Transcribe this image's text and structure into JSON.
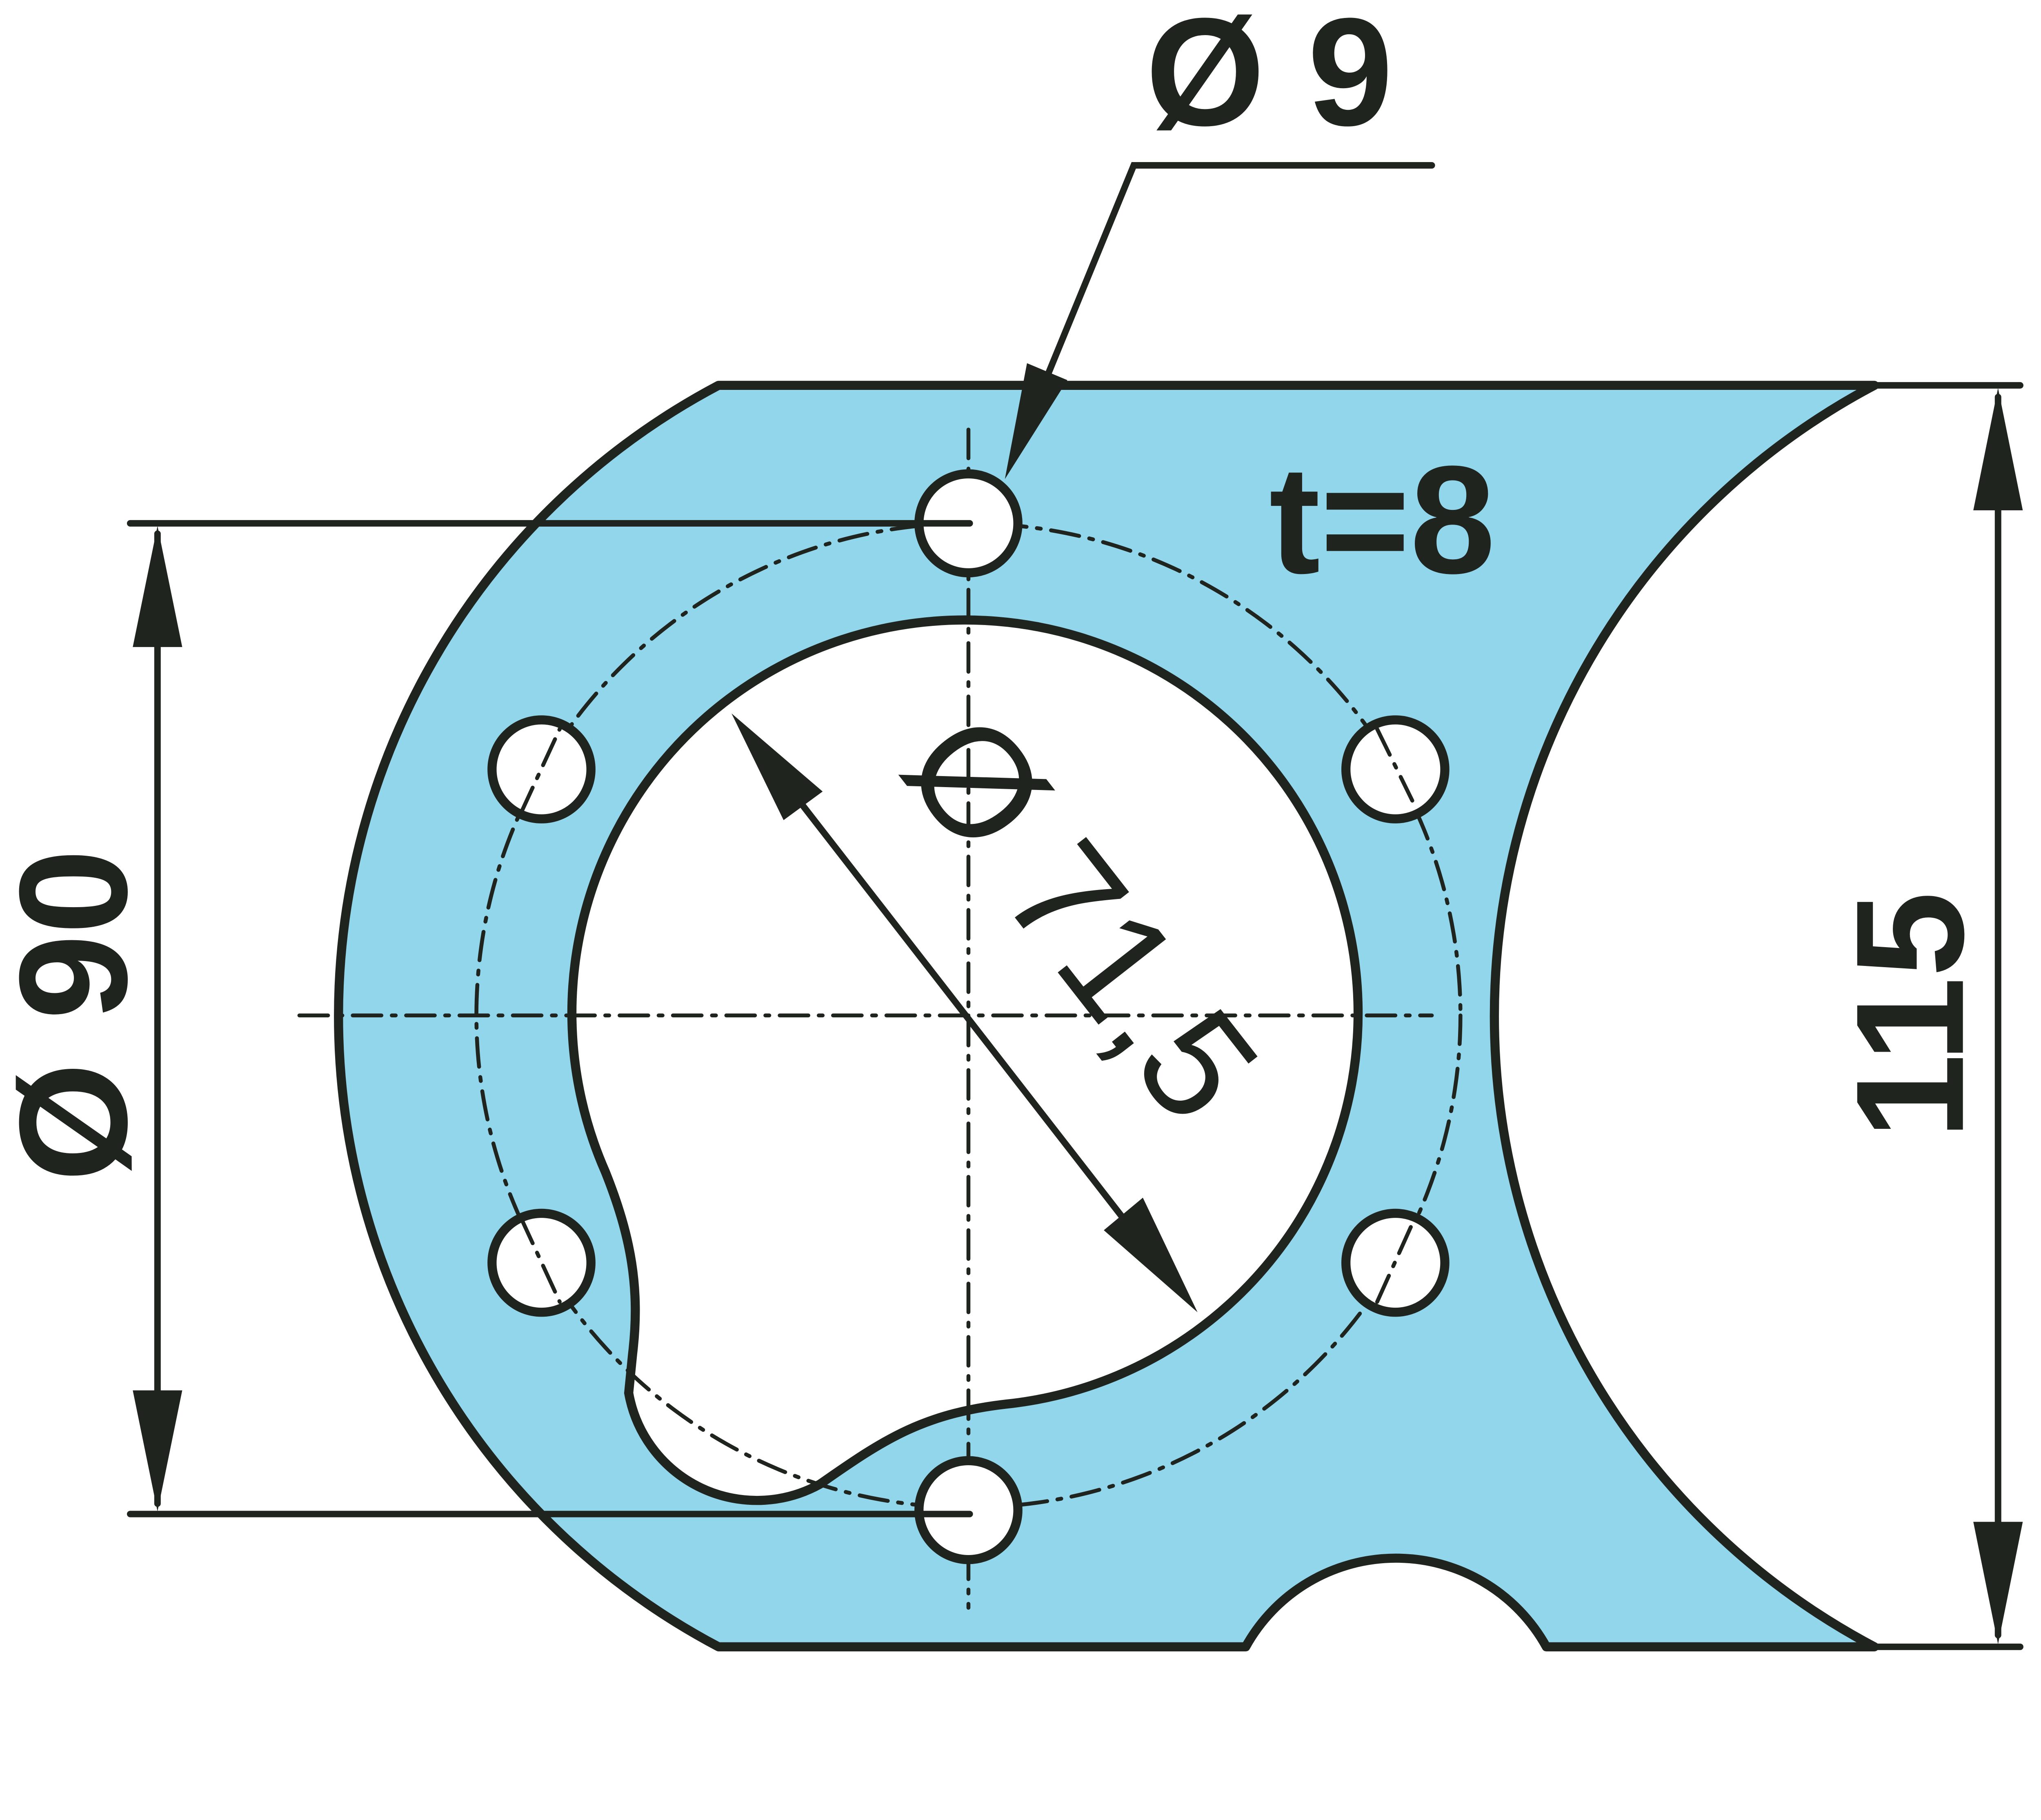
{
  "drawing": {
    "thickness_label": "t=8",
    "hole_diameter_label": "Ø 9",
    "bolt_circle_label": "Ø 90",
    "bore_label": "Ø 71,5",
    "height_label": "115"
  },
  "colors": {
    "plate_fill": "#92d6ec",
    "line": "#1f241f",
    "background": "#ffffff"
  }
}
